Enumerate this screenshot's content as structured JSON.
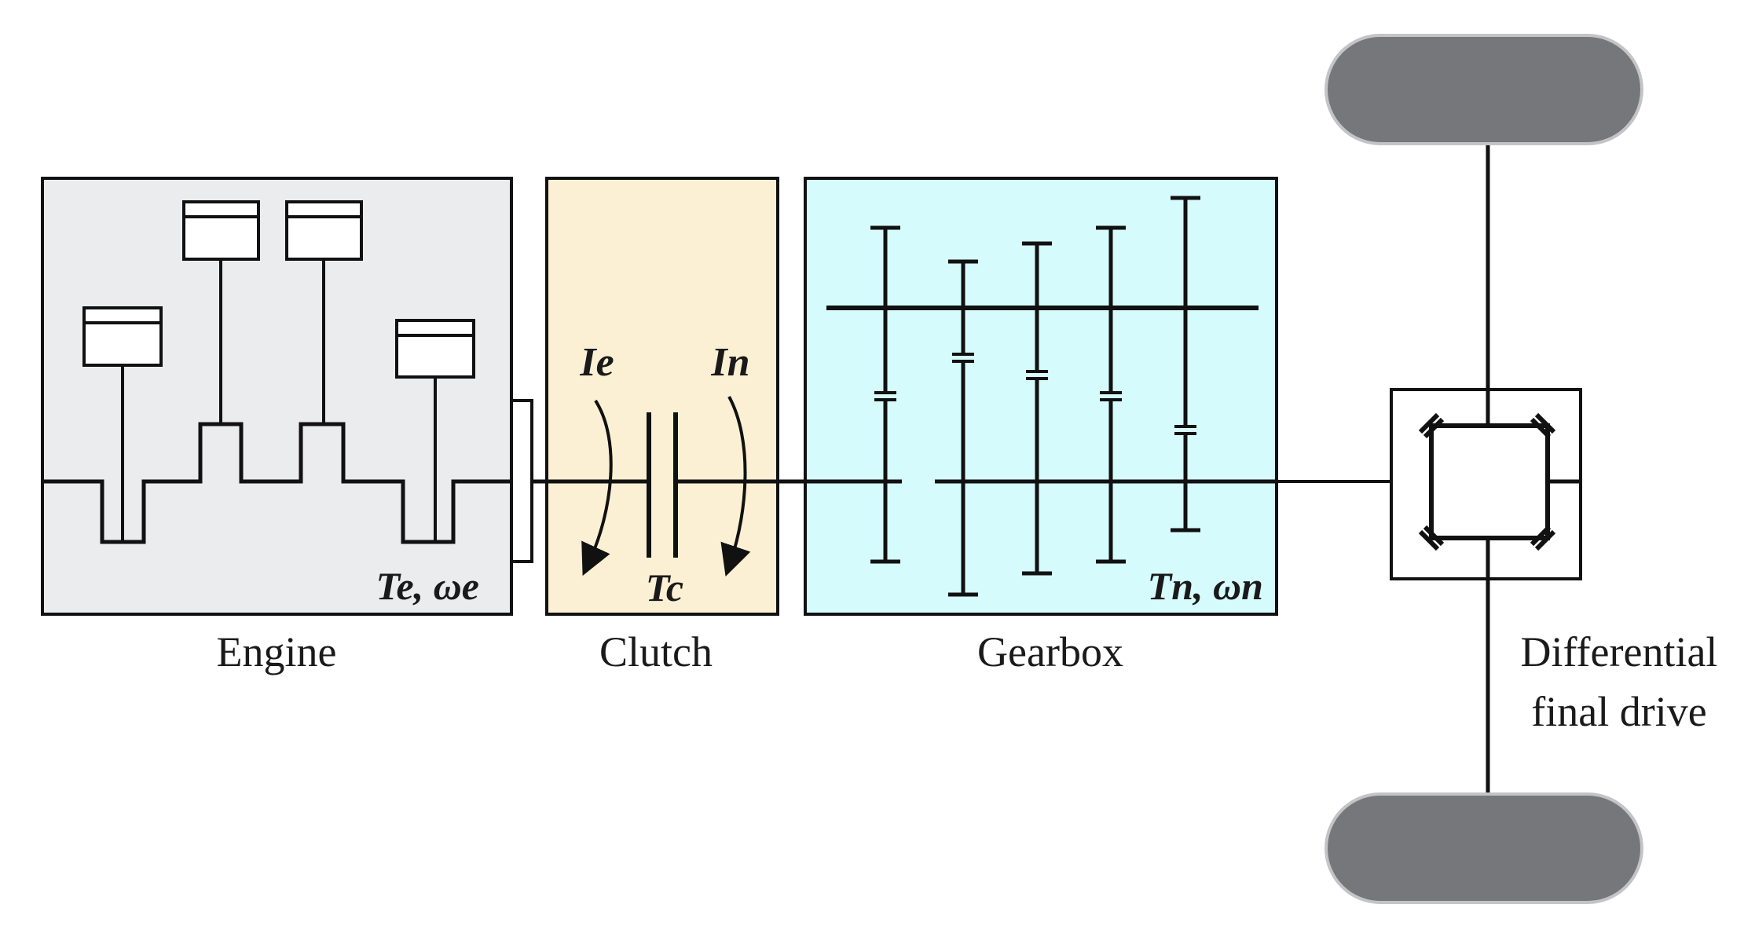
{
  "engine": {
    "label": "Engine",
    "annotation": "Te, ωe",
    "fill": "#ebecee"
  },
  "clutch": {
    "label": "Clutch",
    "inertia_left": "Ie",
    "inertia_right": "In",
    "torque": "Tc",
    "fill": "#fbf0d3"
  },
  "gearbox": {
    "label": "Gearbox",
    "annotation": "Tn, ωn",
    "fill": "#d6fbfc"
  },
  "differential": {
    "label_line1": "Differential",
    "label_line2": "final drive"
  },
  "wheels": {
    "fill": "#76777b"
  },
  "colors": {
    "stroke": "#111111"
  }
}
